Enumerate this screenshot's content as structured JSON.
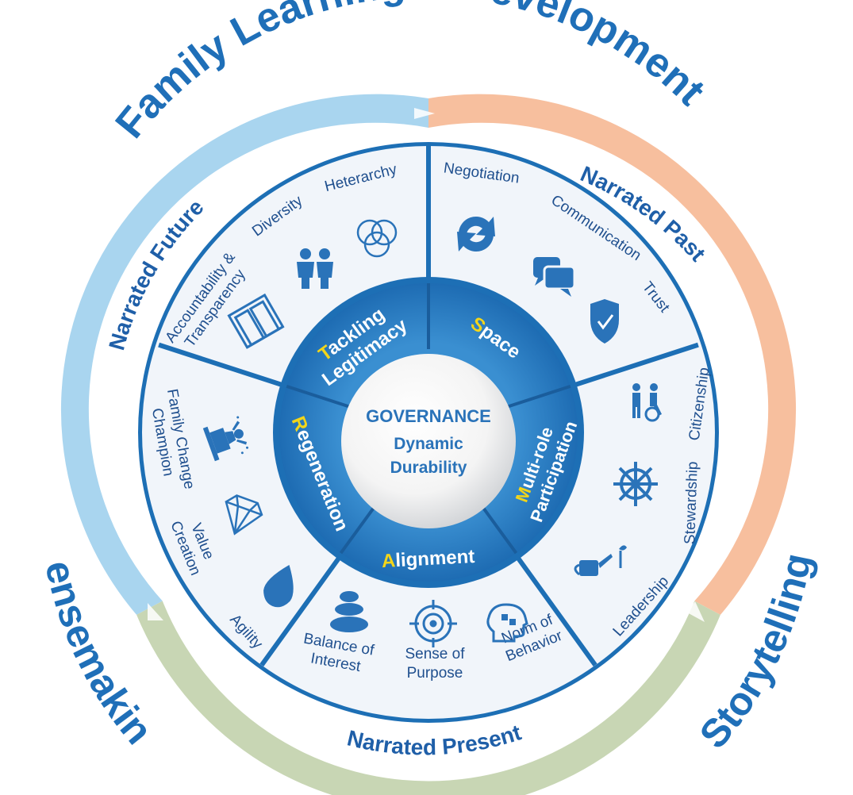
{
  "title": "Family Learning & Development",
  "outer_labels": {
    "left": "Sensemaking",
    "right": "Storytelling"
  },
  "narrated": {
    "future": "Narrated Future",
    "past": "Narrated Past",
    "present": "Narrated Present"
  },
  "center": {
    "title": "GOVERNANCE",
    "line1": "Dynamic",
    "line2": "Durability"
  },
  "inner_segments": [
    {
      "cap": "T",
      "line1": "ackling",
      "line2": "Legitimacy"
    },
    {
      "cap": "S",
      "line1": "pace",
      "line2": ""
    },
    {
      "cap": "M",
      "line1": "ulti-role",
      "line2": "Participation"
    },
    {
      "cap": "A",
      "line1": "lignment",
      "line2": ""
    },
    {
      "cap": "R",
      "line1": "egeneration",
      "line2": ""
    }
  ],
  "attributes": {
    "accountability": [
      "Accountability &",
      "Transparency"
    ],
    "diversity": "Diversity",
    "heterarchy": "Heterarchy",
    "negotiation": "Negotiation",
    "communication": "Communication",
    "trust": "Trust",
    "citizenship": "Citizenship",
    "stewardship": "Stewardship",
    "leadership": "Leadership",
    "norm": [
      "Norm of",
      "Behavior"
    ],
    "purpose": [
      "Sense of",
      "Purpose"
    ],
    "balance": [
      "Balance of",
      "Interest"
    ],
    "agility": "Agility",
    "value": [
      "Value",
      "Creation"
    ],
    "champion": [
      "Family Change",
      "Champion"
    ]
  },
  "colors": {
    "blue_band": "#a9d5ef",
    "peach_band": "#f7bf9e",
    "green_band": "#c8d6b4",
    "ring_blue": "#1d6fb5",
    "segment_bg": "#f1f5fa",
    "inner_blue": "#2b82c9",
    "accent_yellow": "#f2d51a"
  }
}
